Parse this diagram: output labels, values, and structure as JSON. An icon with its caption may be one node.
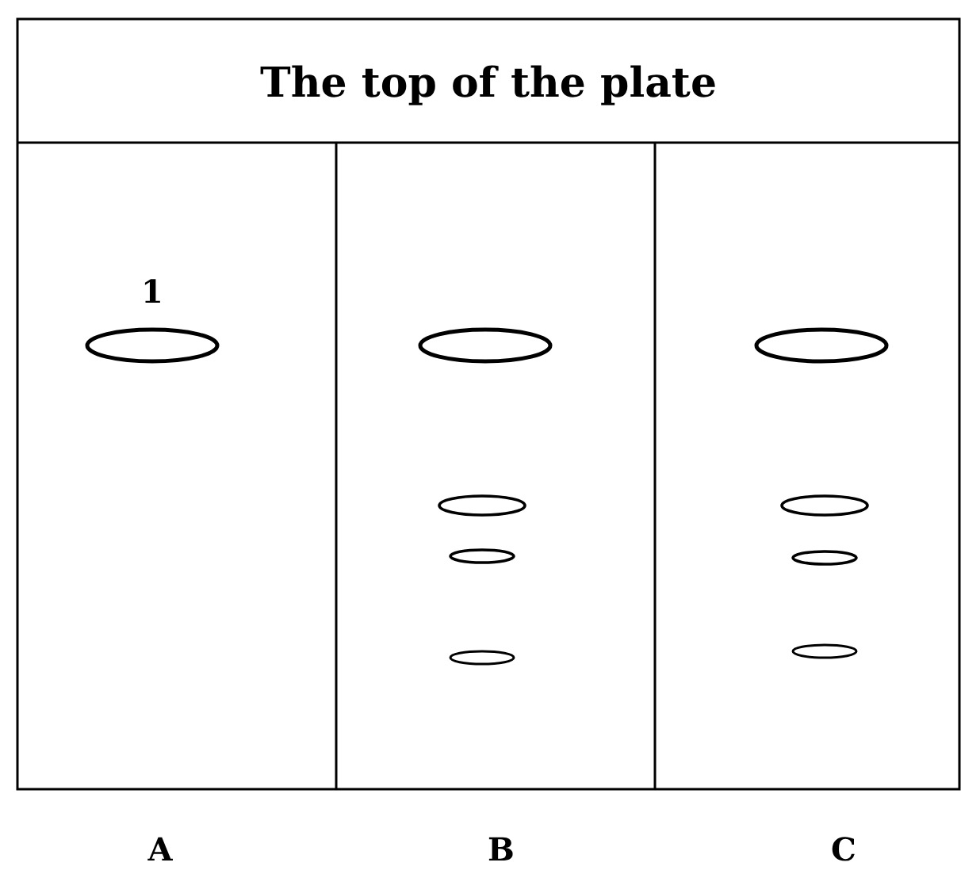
{
  "diagram": {
    "labels": [
      "The top of the plate",
      "1",
      "A",
      "B",
      "C"
    ]
  }
}
